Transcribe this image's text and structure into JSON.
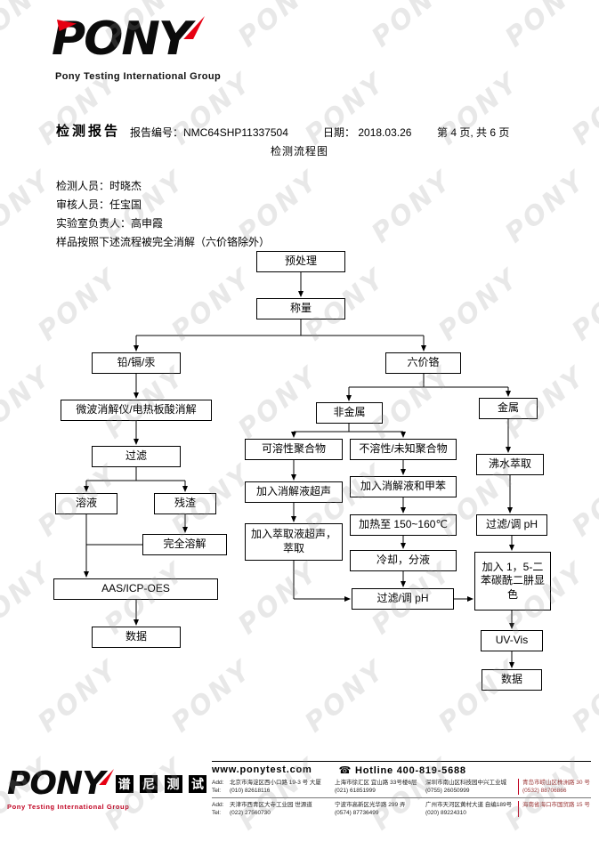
{
  "watermark": "PONY",
  "header": {
    "logo_text": "PONY",
    "logo_subtitle": "Pony Testing International Group"
  },
  "report": {
    "title": "检测报告",
    "report_no_label": "报告编号：",
    "report_no": "NMC64SHP11337504",
    "date_label": "日期：",
    "date": "2018.03.26",
    "page_info": "第 4 页, 共 6 页",
    "subtitle": "检测流程图",
    "tester_label": "检测人员：",
    "tester": "时晓杰",
    "reviewer_label": "审核人员：",
    "reviewer": "任宝国",
    "lab_head_label": "实验室负责人：",
    "lab_head": "高申霞",
    "note": "样品按照下述流程被完全消解（六价铬除外）"
  },
  "flowchart": {
    "nodes": {
      "pretreat": "预处理",
      "weigh": "称量",
      "pb_cd_hg": "铅/镉/汞",
      "cr6": "六价铬",
      "microwave": "微波消解仪/电热板酸消解",
      "filter": "过滤",
      "solution": "溶液",
      "residue": "残渣",
      "dissolve": "完全溶解",
      "aas": "AAS/ICP-OES",
      "data_left": "数据",
      "nonmetal": "非金属",
      "metal": "金属",
      "soluble": "可溶性聚合物",
      "insoluble": "不溶性/未知聚合物",
      "add_digest": "加入消解液超声",
      "add_extract": "加入萃取液超声，萃取",
      "add_toluene": "加入消解液和甲苯",
      "heat": "加热至 150~160℃",
      "cool": "冷却，分液",
      "filter_ph_mid": "过滤/调 pH",
      "boil_extract": "沸水萃取",
      "filter_ph_right": "过滤/调 pH",
      "chromogenic": "加入 1，5-二苯碳酰二肼显色",
      "uv_vis": "UV-Vis",
      "data_right": "数据"
    }
  },
  "footer": {
    "logo_text": "PONY",
    "logo_cn_chars": [
      "谱",
      "尼",
      "测",
      "试"
    ],
    "logo_subtitle": "Pony Testing International Group",
    "website": "www.ponytest.com",
    "hotline_icon": "☎",
    "hotline": "Hotline 400-819-5688",
    "rows": [
      {
        "label": "Add:",
        "c1": "北京市海淀区西小口路 19-3 号 大厦",
        "c2": "上海市徐汇区 宜山路 33号楼6层",
        "c3": "深圳市南山区科技园中兴工业城",
        "c4": "青岛市崂山区株洲路 30 号"
      },
      {
        "label": "Tel:",
        "c1": "(010) 82618116",
        "c2": "(021) 61851999",
        "c3": "(0755) 26050999",
        "c4": "(0532) 88706866"
      },
      {
        "label": "Add:",
        "c1": "天津市西青区大寺工业园 世源道",
        "c2": "宁波市高新区光华路 299 弄",
        "c3": "广州市天河区黄村大道 自编189号",
        "c4": "海南省海口市国贸路 15 号"
      },
      {
        "label": "Tel:",
        "c1": "(022) 27560730",
        "c2": "(0574) 87736499",
        "c3": "(020) 89224310",
        "c4": ""
      }
    ]
  }
}
